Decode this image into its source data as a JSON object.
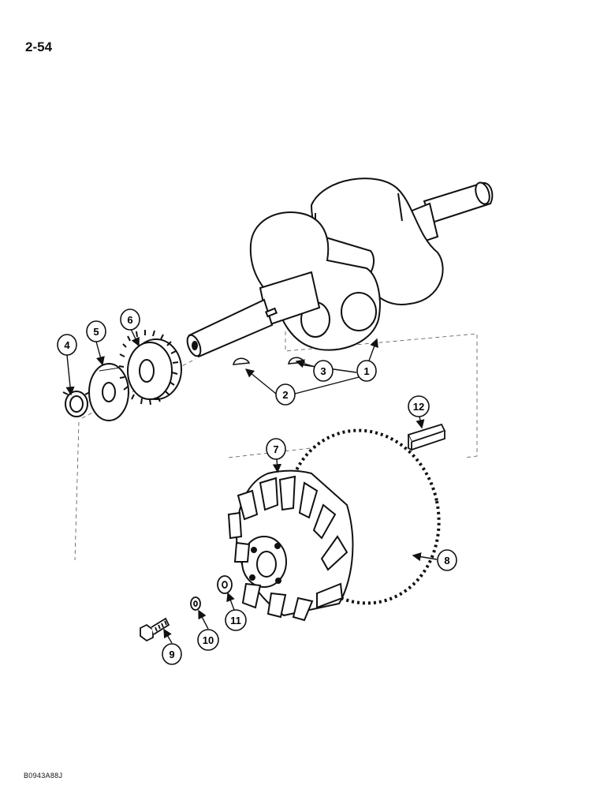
{
  "page": {
    "number": "2-54",
    "drawing_code": "B0943A88J"
  },
  "callouts": [
    {
      "id": "1",
      "label": "1"
    },
    {
      "id": "2",
      "label": "2"
    },
    {
      "id": "3",
      "label": "3"
    },
    {
      "id": "4",
      "label": "4"
    },
    {
      "id": "5",
      "label": "5"
    },
    {
      "id": "6",
      "label": "6"
    },
    {
      "id": "7",
      "label": "7"
    },
    {
      "id": "8",
      "label": "8"
    },
    {
      "id": "9",
      "label": "9"
    },
    {
      "id": "10",
      "label": "10"
    },
    {
      "id": "11",
      "label": "11"
    },
    {
      "id": "12",
      "label": "12"
    }
  ]
}
